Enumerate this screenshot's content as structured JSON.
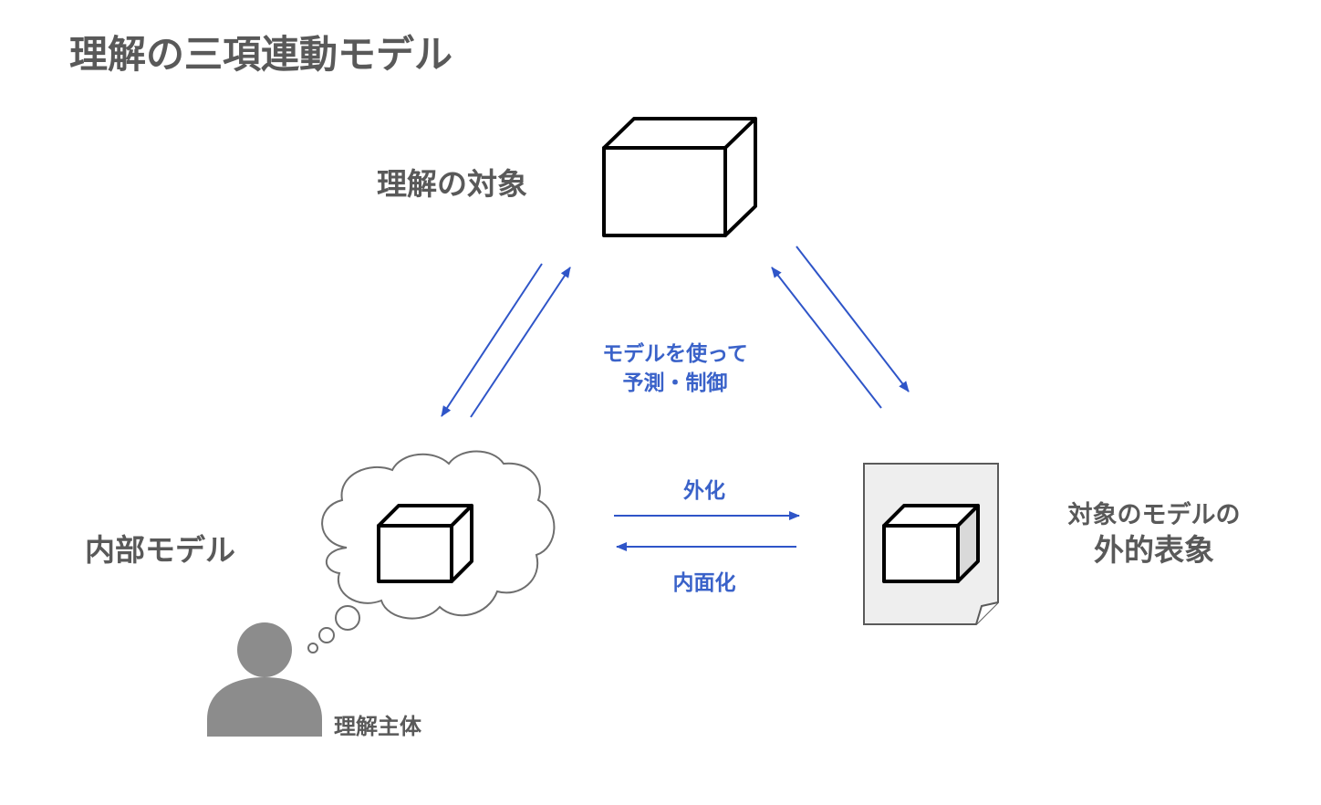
{
  "title": "理解の三項連動モデル",
  "nodes": {
    "object": {
      "label": "理解の対象"
    },
    "internal": {
      "label": "内部モデル"
    },
    "external": {
      "label_line1": "対象のモデルの",
      "label_line2": "外的表象"
    },
    "subject": {
      "label": "理解主体"
    }
  },
  "edges": {
    "predict_control": {
      "line1": "モデルを使って",
      "line2": "予測・制御"
    },
    "externalize": {
      "label": "外化"
    },
    "internalize": {
      "label": "内面化"
    }
  },
  "colors": {
    "arrow": "#2f55c8",
    "text_gray": "#595959",
    "person": "#8c8c8c",
    "document": "#eeeeee"
  }
}
